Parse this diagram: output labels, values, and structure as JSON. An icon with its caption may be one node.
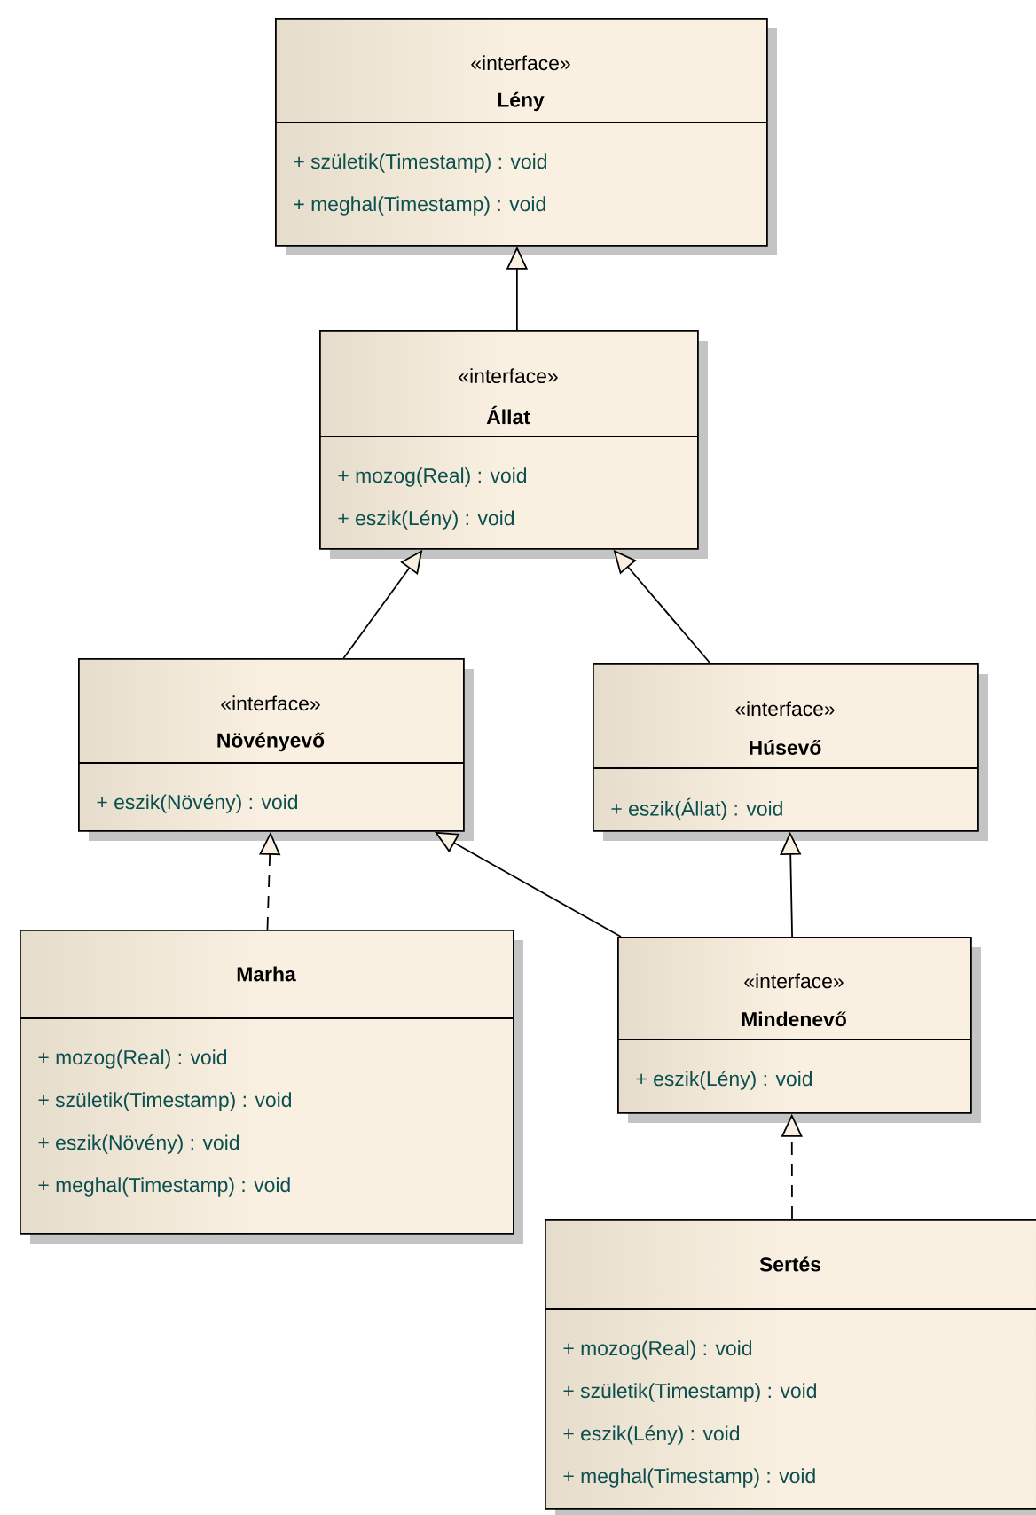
{
  "diagram": {
    "nodes": [
      {
        "text": [
          "«interface»",
          "Lény",
          "+ születik(Timestamp) : void",
          "+ meghal(Timestamp) : void"
        ]
      },
      {
        "text": [
          "«interface»",
          "Állat",
          "+ mozog(Real) : void",
          "+ eszik(Lény) : void"
        ]
      },
      {
        "text": [
          "«interface»",
          "Növényevő",
          "+ eszik(Növény) : void"
        ]
      },
      {
        "text": [
          "«interface»",
          "Húsevő",
          "+ eszik(Állat) : void"
        ]
      },
      {
        "text": [
          "Marha",
          "+ mozog(Real) : void",
          "+ születik(Timestamp) : void",
          "+ eszik(Növény) : void",
          "+ meghal(Timestamp) : void"
        ]
      },
      {
        "text": [
          "«interface»",
          "Mindenevő",
          "+ eszik(Lény) : void"
        ]
      },
      {
        "text": [
          "Sertés",
          "+ mozog(Real) : void",
          "+ születik(Timestamp) : void",
          "+ eszik(Lény) : void",
          "+ meghal(Timestamp) : void"
        ]
      }
    ],
    "edges": [
      {
        "from": 1,
        "to": 0,
        "arrow": "to"
      },
      {
        "from": 2,
        "to": 1,
        "arrow": "to"
      },
      {
        "from": 3,
        "to": 1,
        "arrow": "to"
      },
      {
        "from": 4,
        "to": 2,
        "arrow": "to",
        "style": "dashed"
      },
      {
        "from": 5,
        "to": 2,
        "arrow": "to"
      },
      {
        "from": 5,
        "to": 3,
        "arrow": "to"
      },
      {
        "from": 6,
        "to": 5,
        "arrow": "to",
        "style": "dashed"
      }
    ]
  }
}
